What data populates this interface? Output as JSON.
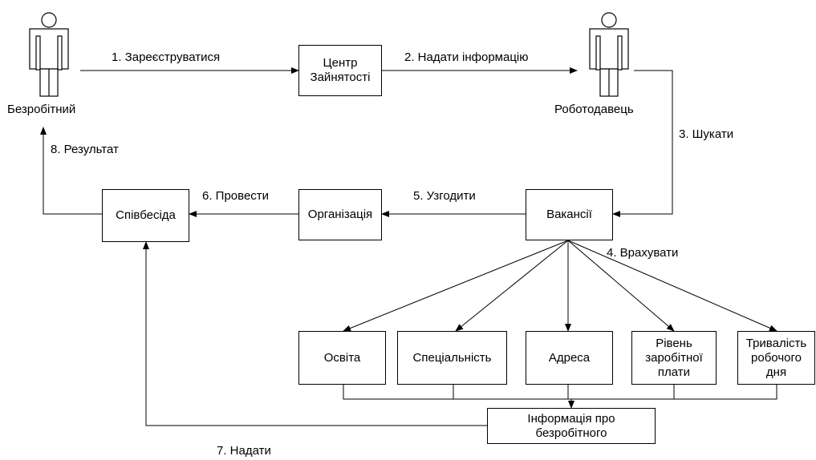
{
  "actors": {
    "unemployed": "Безробітний",
    "employer": "Роботодавець"
  },
  "boxes": {
    "employment_center": "Центр\nЗайнятості",
    "vacancies": "Вакансії",
    "organization": "Організація",
    "interview": "Співбесіда",
    "education": "Освіта",
    "specialty": "Спеціальність",
    "address": "Адреса",
    "salary_level": "Рівень\nзаробітної\nплати",
    "workday_duration": "Тривалість\nробочого\nдня",
    "unemployed_info": "Інформація про\nбезробітного"
  },
  "edges": {
    "register": "1. Зареєструватися",
    "provide_info": "2. Надати інформацію",
    "search": "3. Шукати",
    "consider": "4. Врахувати",
    "agree": "5. Узгодити",
    "conduct": "6. Провести",
    "provide": "7. Надати",
    "result": "8. Результат"
  }
}
